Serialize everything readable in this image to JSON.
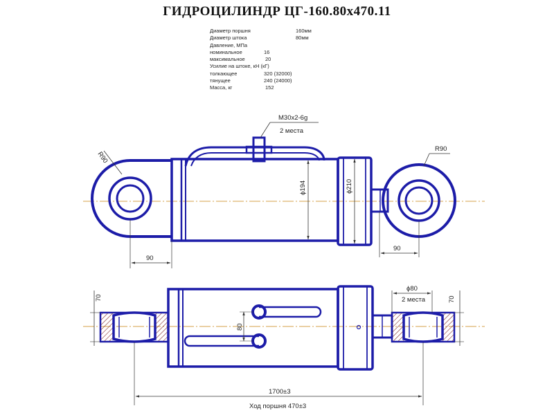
{
  "title": "ГИДРОЦИЛИНДР  ЦГ-160.80х470.11",
  "specs": [
    {
      "label": "Диаметр поршня",
      "value": "160мм"
    },
    {
      "label": "Диаметр штока",
      "value": "80мм"
    },
    {
      "label": "Давление, МПа",
      "value": ""
    },
    {
      "label": "номинальное",
      "value": "16"
    },
    {
      "label": "максимальное",
      "value": "20"
    },
    {
      "label": "Усилие на штоке, кН (кГ)",
      "value": ""
    },
    {
      "label": "толкающее",
      "value": "320 (32000)"
    },
    {
      "label": "тянущее",
      "value": "240 (24000)"
    },
    {
      "label": "Масса, кг",
      "value": "152"
    }
  ],
  "dims": {
    "port_thread": "M30x2-6g",
    "port_count": "2 места",
    "r_left": "R90",
    "r_right": "R90",
    "d_body": "ϕ194",
    "d_flange": "ϕ210",
    "w_left": "90",
    "w_right": "90",
    "h_left": "70",
    "h_right": "70",
    "d_pin": "ϕ80",
    "pin_count": "2 места",
    "port_spacing": "80",
    "length": "1700±3",
    "stroke": "Ход поршня 470±3"
  },
  "colors": {
    "line": "#1c1ca8",
    "dim": "#333333",
    "center": "#d4a24a",
    "hatch": "#7a1c1c"
  }
}
